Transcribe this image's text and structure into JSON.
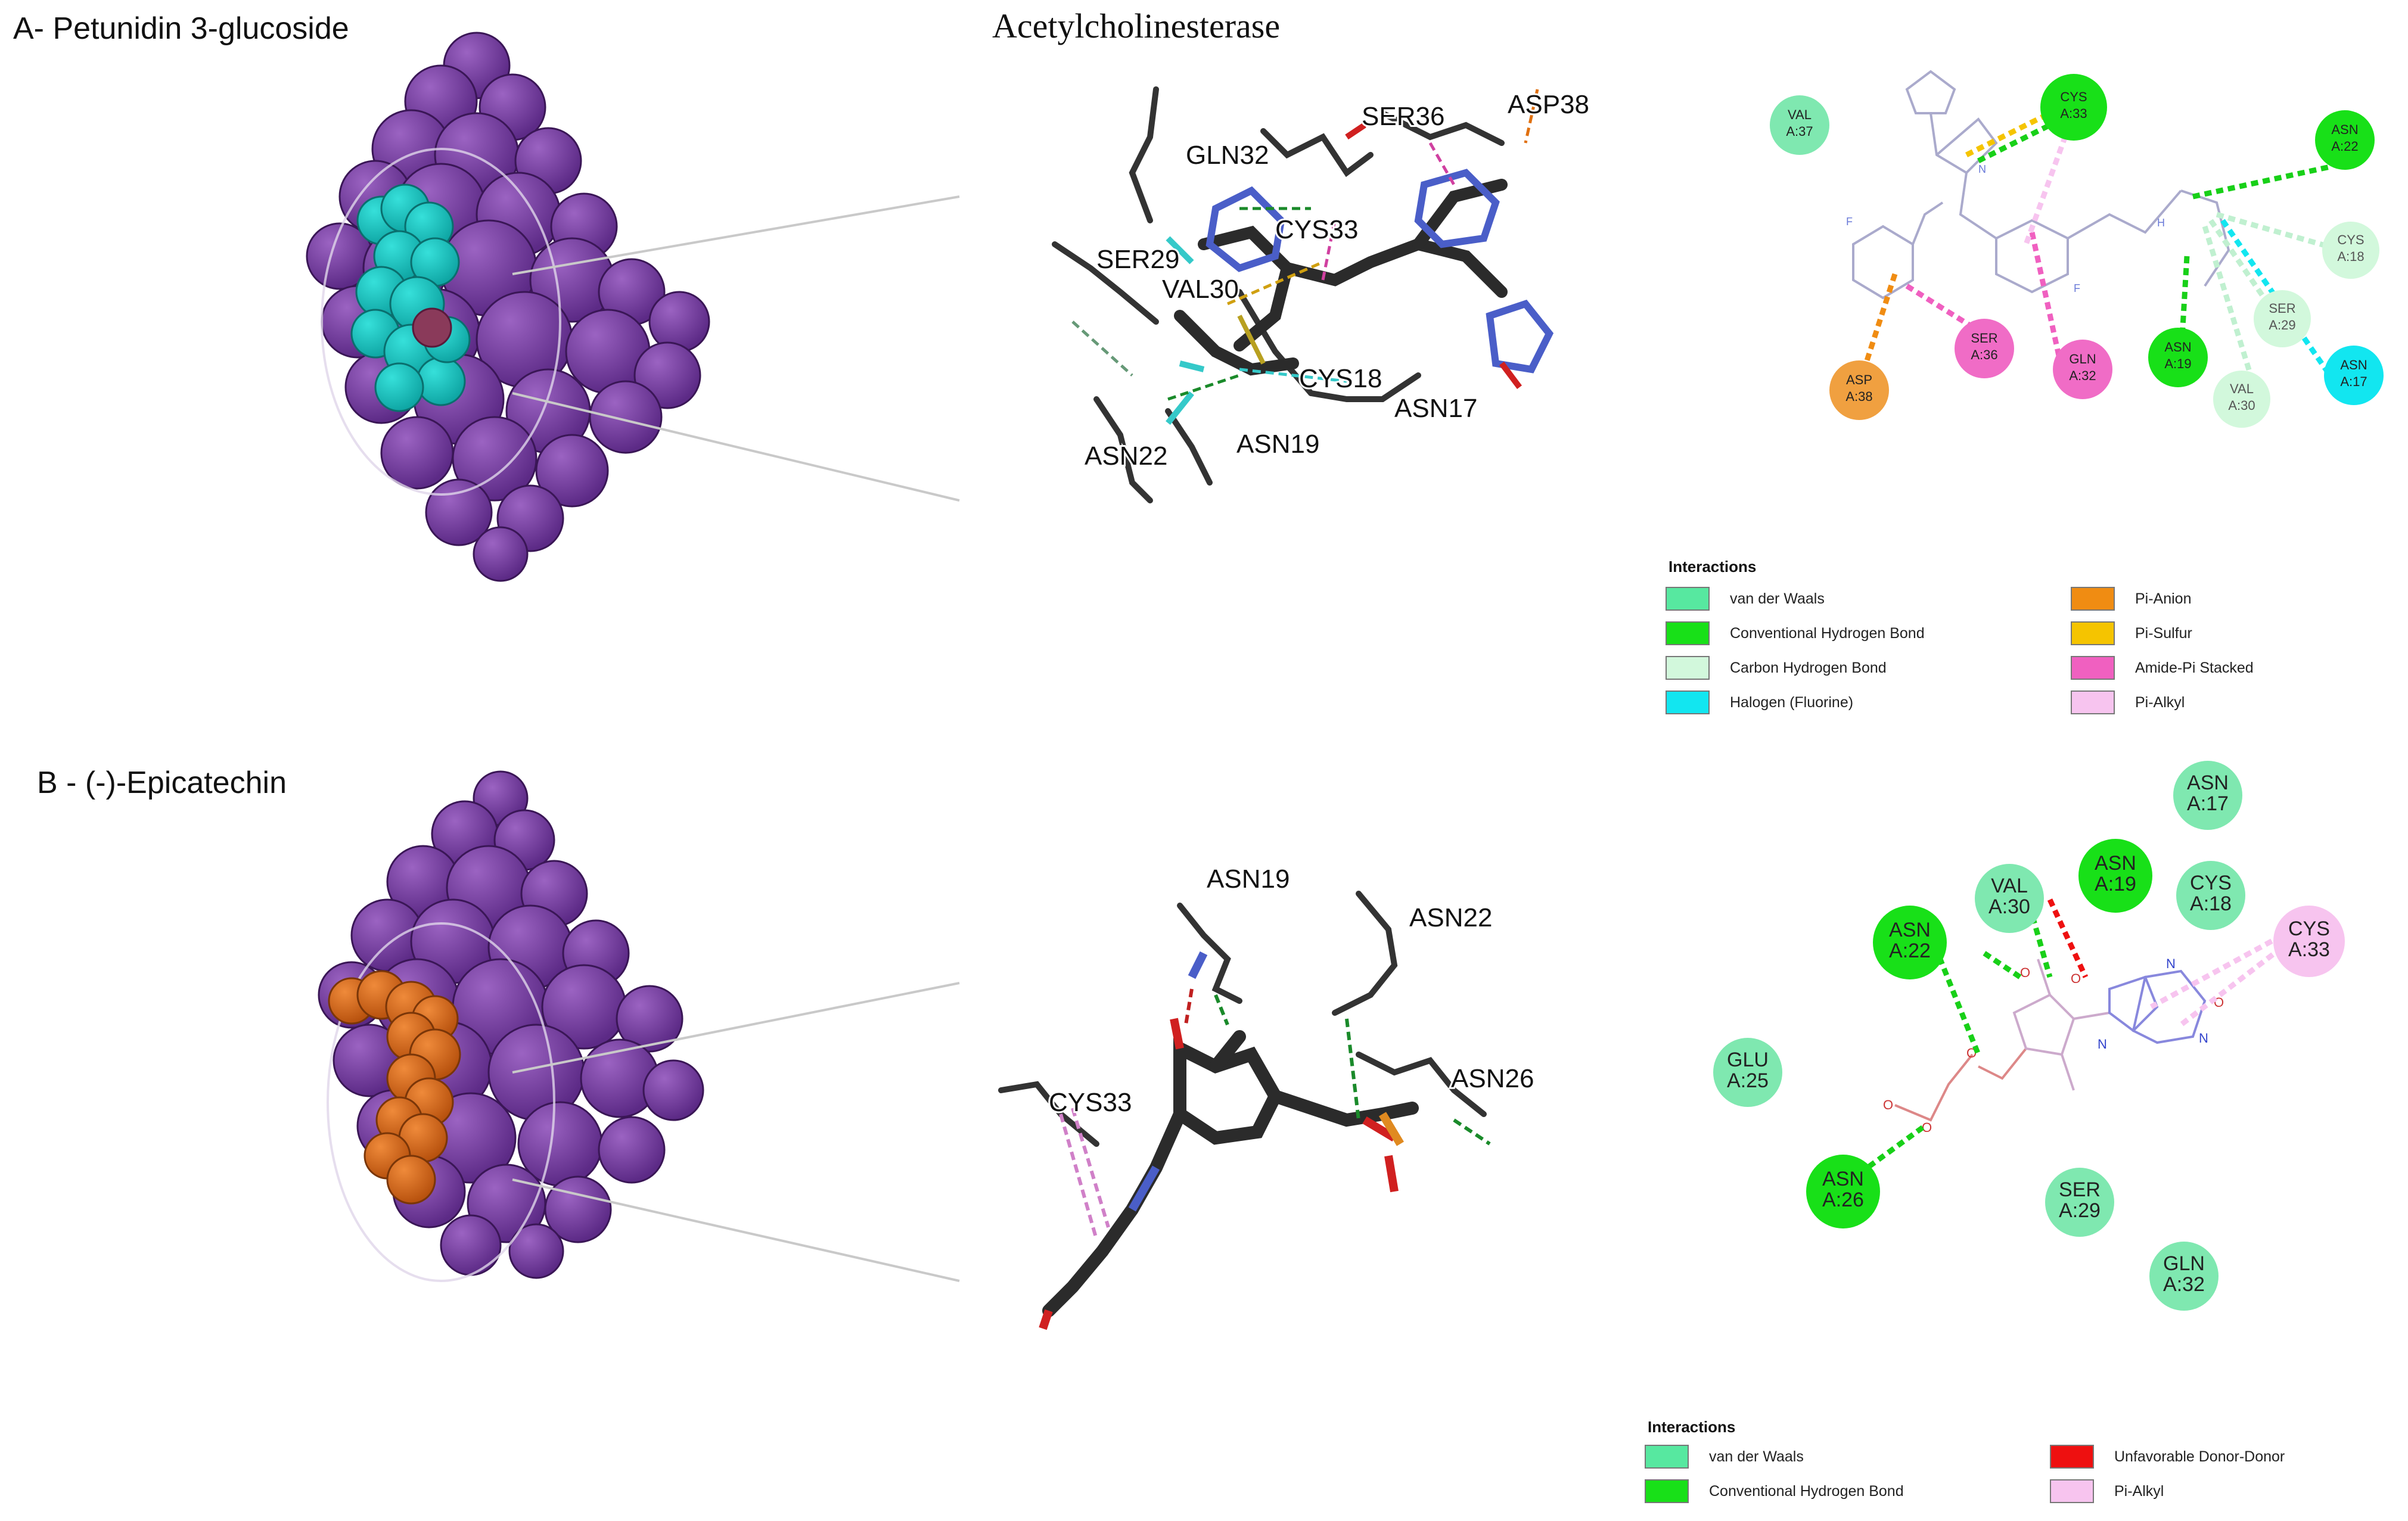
{
  "figure": {
    "center_title": "Acetylcholinesterase",
    "panel_a": {
      "title": "A- Petunidin 3-glucoside",
      "residues_3d": [
        "GLN32",
        "SER36",
        "ASP38",
        "CYS33",
        "SER29",
        "VAL30",
        "CYS18",
        "ASN17",
        "ASN22",
        "ASN19"
      ],
      "residues_2d": [
        {
          "name": "VAL",
          "chain": "A:37",
          "type": "vdw"
        },
        {
          "name": "CYS",
          "chain": "A:33",
          "type": "hbond"
        },
        {
          "name": "ASN",
          "chain": "A:22",
          "type": "hbond"
        },
        {
          "name": "CYS",
          "chain": "A:18",
          "type": "carbon_h"
        },
        {
          "name": "SER",
          "chain": "A:29",
          "type": "carbon_h"
        },
        {
          "name": "ASN",
          "chain": "A:19",
          "type": "hbond"
        },
        {
          "name": "ASN",
          "chain": "A:17",
          "type": "halogen"
        },
        {
          "name": "VAL",
          "chain": "A:30",
          "type": "carbon_h"
        },
        {
          "name": "SER",
          "chain": "A:36",
          "type": "amide_pi"
        },
        {
          "name": "GLN",
          "chain": "A:32",
          "type": "amide_pi"
        },
        {
          "name": "ASP",
          "chain": "A:38",
          "type": "pi_anion"
        }
      ],
      "legend": {
        "title": "Interactions",
        "items": [
          {
            "label": "van der Waals",
            "color": "#57e8a0"
          },
          {
            "label": "Conventional Hydrogen Bond",
            "color": "#18e018"
          },
          {
            "label": "Carbon Hydrogen Bond",
            "color": "#d2f8dc"
          },
          {
            "label": "Halogen (Fluorine)",
            "color": "#12e6f0"
          },
          {
            "label": "Pi-Anion",
            "color": "#f08c12"
          },
          {
            "label": "Pi-Sulfur",
            "color": "#f5c400"
          },
          {
            "label": "Amide-Pi Stacked",
            "color": "#f060c0"
          },
          {
            "label": "Pi-Alkyl",
            "color": "#f7c4ef"
          }
        ]
      }
    },
    "panel_b": {
      "title": "B - (-)-Epicatechin",
      "residues_3d": [
        "ASN19",
        "ASN22",
        "ASN26",
        "CYS33"
      ],
      "residues_2d": [
        {
          "name": "ASN",
          "chain": "A:17",
          "type": "vdw"
        },
        {
          "name": "ASN",
          "chain": "A:19",
          "type": "hbond"
        },
        {
          "name": "VAL",
          "chain": "A:30",
          "type": "vdw"
        },
        {
          "name": "CYS",
          "chain": "A:18",
          "type": "vdw"
        },
        {
          "name": "ASN",
          "chain": "A:22",
          "type": "hbond"
        },
        {
          "name": "CYS",
          "chain": "A:33",
          "type": "pi_alkyl"
        },
        {
          "name": "GLU",
          "chain": "A:25",
          "type": "vdw"
        },
        {
          "name": "ASN",
          "chain": "A:26",
          "type": "hbond"
        },
        {
          "name": "SER",
          "chain": "A:29",
          "type": "vdw"
        },
        {
          "name": "GLN",
          "chain": "A:32",
          "type": "vdw"
        }
      ],
      "legend": {
        "title": "Interactions",
        "items": [
          {
            "label": "van der Waals",
            "color": "#57e8a0"
          },
          {
            "label": "Conventional Hydrogen Bond",
            "color": "#18e018"
          },
          {
            "label": "Unfavorable Donor-Donor",
            "color": "#ee1010"
          },
          {
            "label": "Pi-Alkyl",
            "color": "#f7c4ef"
          }
        ]
      }
    }
  }
}
